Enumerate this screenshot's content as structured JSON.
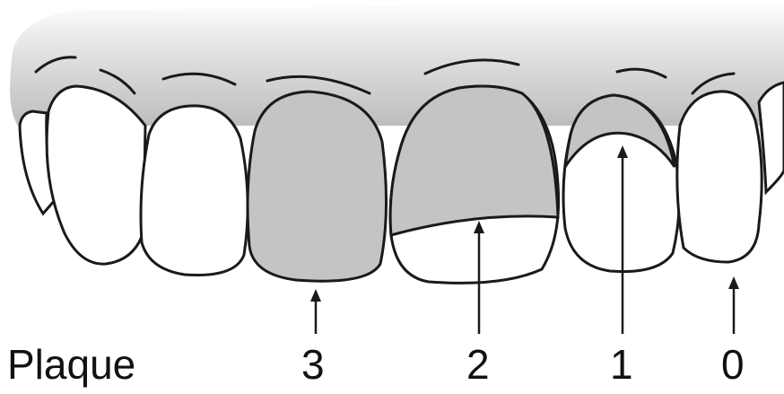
{
  "diagram": {
    "title": "Plaque",
    "scores": [
      {
        "label": "3"
      },
      {
        "label": "2"
      },
      {
        "label": "1"
      },
      {
        "label": "0"
      }
    ]
  },
  "colors": {
    "gum_shade": "#cfcfcf",
    "plaque": "#c4c4c4",
    "tooth": "#ffffff",
    "outline": "#1a1a1a"
  }
}
